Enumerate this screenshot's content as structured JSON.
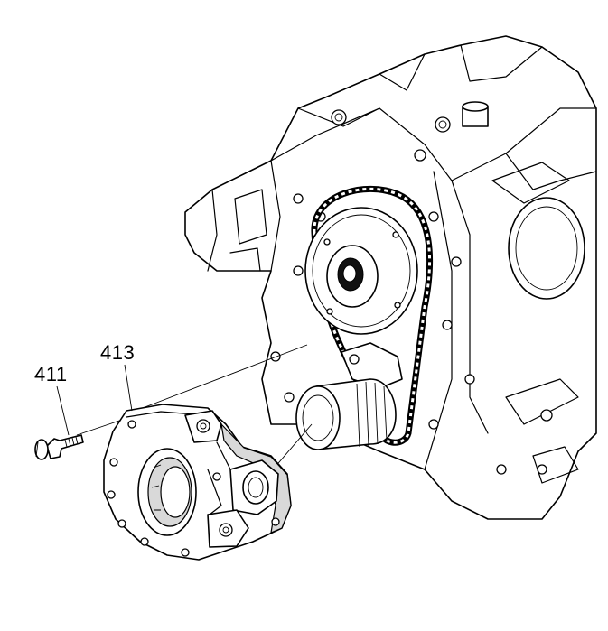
{
  "diagram": {
    "callouts": [
      {
        "id": "411",
        "text": "411",
        "part": "bolt"
      },
      {
        "id": "413",
        "text": "413",
        "part": "pump-cover"
      }
    ],
    "colors": {
      "line": "#000000",
      "background": "#ffffff",
      "shading": "#d9d9d9"
    }
  }
}
